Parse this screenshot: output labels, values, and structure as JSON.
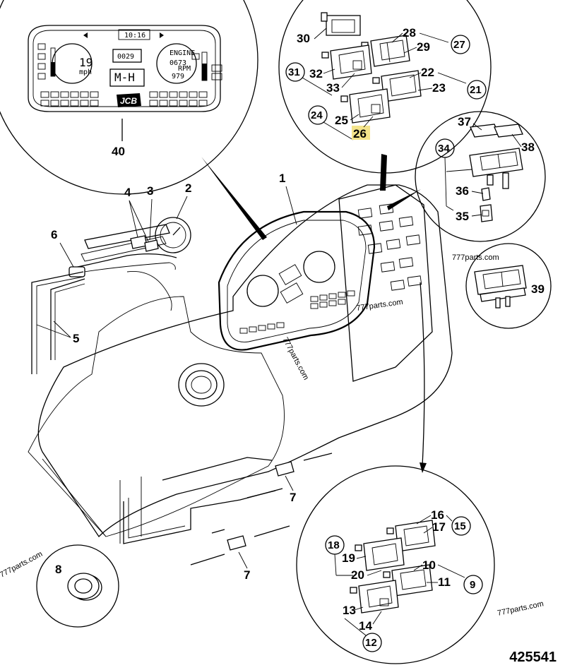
{
  "reference_number": "425541",
  "watermark": "777parts.com",
  "highlighted_callout": "26",
  "callouts": {
    "c1": "1",
    "c2": "2",
    "c3": "3",
    "c4": "4",
    "c5": "5",
    "c6": "6",
    "c7a": "7",
    "c7b": "7",
    "c8": "8",
    "c9": "9",
    "c10": "10",
    "c11": "11",
    "c12": "12",
    "c13": "13",
    "c14": "14",
    "c15": "15",
    "c16": "16",
    "c17": "17",
    "c18": "18",
    "c19": "19",
    "c20": "20",
    "c21": "21",
    "c22": "22",
    "c23": "23",
    "c24": "24",
    "c25": "25",
    "c26": "26",
    "c27": "27",
    "c28": "28",
    "c29": "29",
    "c30": "30",
    "c31": "31",
    "c32": "32",
    "c33": "33",
    "c34": "34",
    "c35": "35",
    "c36": "36",
    "c37": "37",
    "c38": "38",
    "c39": "39",
    "c40": "40"
  },
  "display_panel": {
    "speed": "19",
    "speed_unit": "mph",
    "odometer": "0029",
    "engine_label": "ENGINE",
    "engine_hours": "0673",
    "rpm_label": "RPM",
    "rpm_value": "979",
    "gear_display": "M-H",
    "clock": "10:16",
    "brand": "JCB"
  }
}
